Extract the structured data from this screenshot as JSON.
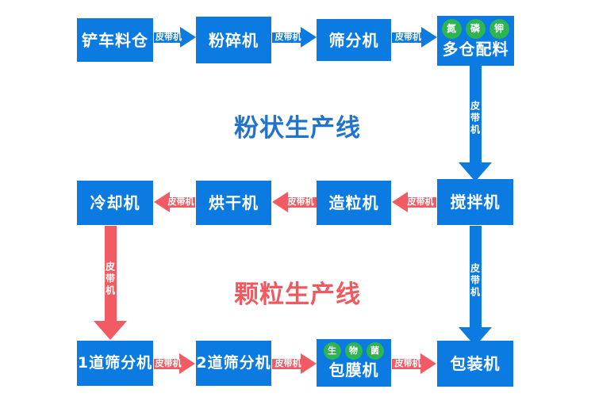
{
  "diagram": {
    "conveyor_label": "皮带机",
    "powder_line_title": "粉状生产线",
    "granule_line_title": "颗粒生产线",
    "row1": {
      "loader_hopper": "铲车料仓",
      "crusher": "粉碎机",
      "screening_machine": "筛分机",
      "multi_bin_batching": "多仓配料",
      "npk_badges": [
        "氮",
        "磷",
        "钾"
      ]
    },
    "row2": {
      "cooling_machine": "冷却机",
      "drying_machine": "烘干机",
      "granulator": "造粒机",
      "mixer": "搅拌机"
    },
    "row3": {
      "screening_stage1": "1道筛分机",
      "screening_stage2": "2道筛分机",
      "coating_machine": "包膜机",
      "bio_badges": [
        "生",
        "物",
        "菌"
      ],
      "packing_machine": "包装机"
    },
    "colors": {
      "box_blue": "#0b7ae1",
      "arrow_red": "#f15b63",
      "badge_green": "#2db551",
      "powder_title_blue": "#2273cc",
      "granule_title_red": "#ef5a60"
    }
  }
}
